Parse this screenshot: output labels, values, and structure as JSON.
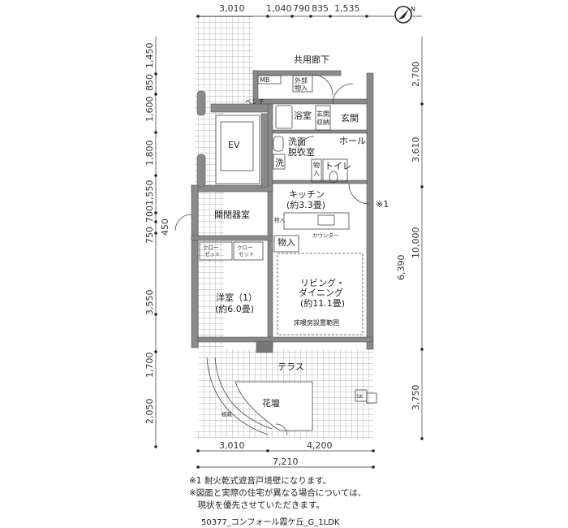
{
  "plan": {
    "rooms": {
      "corridor": "共用廊下",
      "mb": "MB",
      "external_storage": [
        "外部",
        "物入"
      ],
      "bench": "ベンチ",
      "bath": "浴室",
      "entrance_storage": [
        "玄関",
        "収納"
      ],
      "entrance": "玄関",
      "hall": "ホール",
      "ev": "EV",
      "washroom": [
        "洗面",
        "脱衣室"
      ],
      "washer": "洗",
      "storage_small": [
        "物",
        "入"
      ],
      "toilet": "トイレ",
      "kitchen": "キッチン",
      "kitchen_size": "(約3.3畳)",
      "switch_room": "開閉器室",
      "storage_kitchen": "物入",
      "storage": "物入",
      "counter": "カウンター",
      "closet": [
        "クロー",
        "ゼット"
      ],
      "bedroom": "洋室（1）",
      "bedroom_size": "(約6.0畳)",
      "living": [
        "リビング・",
        "ダイニング"
      ],
      "living_size": "(約11.1畳)",
      "floor_heating": "床暖房設置範囲",
      "terrace": "テラス",
      "flowerbed": "花壇",
      "planting": "植栽",
      "sk": "SK",
      "note_mark": "※1"
    },
    "dims_top": [
      "3,010",
      "1,040",
      "790",
      "835",
      "1,535"
    ],
    "dims_left": [
      "1,450",
      "850",
      "1,600",
      "1,800",
      "1,550",
      "700",
      "450",
      "750",
      "3,550",
      "1,700",
      "2,050"
    ],
    "dims_right": [
      "2,700",
      "3,610",
      "10,000",
      "6,390",
      "3,750"
    ],
    "dims_bottom": [
      "3,010",
      "4,200",
      "7,210"
    ],
    "compass": "N"
  },
  "notes": [
    "※1 耐火乾式遮音戸境壁になります。",
    "※図面と実際の住宅が異なる場合については、",
    "　現状を優先させていただきます。"
  ],
  "property_code": "50377_コンフォール霞ケ丘_G_1LDK"
}
